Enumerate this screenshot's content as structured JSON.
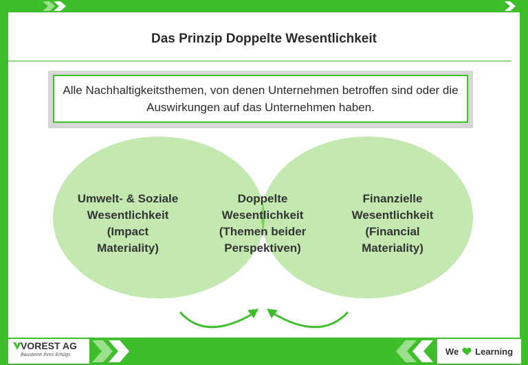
{
  "title": "Das Prinzip Doppelte Wesentlichkeit",
  "callout": "Alle Nachhaltigkeitsthemen, von denen Unternehmen betroffen sind oder die Auswirkungen auf das Unternehmen haben.",
  "circles": {
    "left": "Umwelt- & Soziale\nWesentlichkeit\n(Impact\nMateriality)",
    "center": "Doppelte\nWesentlichkeit\n(Themen beider\nPerspektiven)",
    "right": "Finanzielle\nWesentlichkeit\n(Financial\nMateriality)"
  },
  "footer": {
    "company": "VOREST AG",
    "slogan": "Bausteine Ihres Erfolgs",
    "claim_we": "We",
    "claim_learning": "Learning",
    "heart_icon": "heart-icon"
  },
  "colors": {
    "frame_green": "#3fbe2b",
    "circle_fill": "#c3e8b0",
    "overlap_fill": "#7dd25d",
    "text": "#333333"
  }
}
